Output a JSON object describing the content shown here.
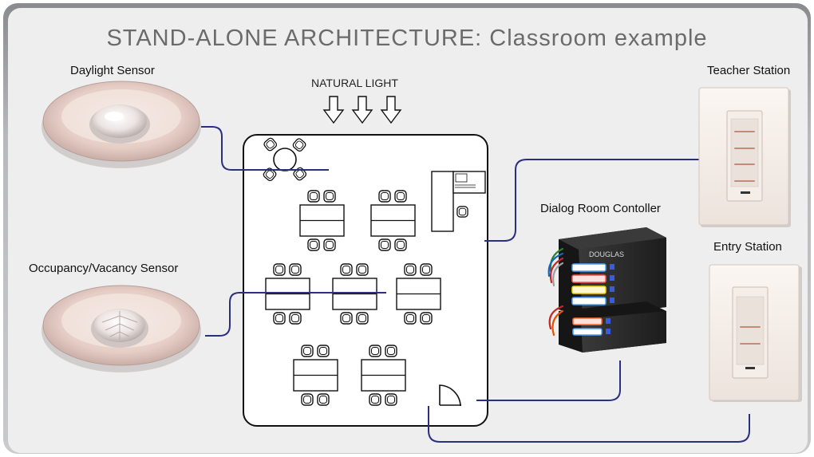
{
  "title": "STAND-ALONE ARCHITECTURE: Classroom example",
  "labels": {
    "daylight_sensor": "Daylight Sensor",
    "occupancy_sensor": "Occupancy/Vacancy Sensor",
    "natural_light": "NATURAL LIGHT",
    "room_controller": "Dialog Room Contoller",
    "teacher_station": "Teacher Station",
    "entry_station": "Entry Station"
  },
  "controller_brand": "DOUGLAS",
  "colors": {
    "wire": "#2b2f7f",
    "card_background": "#eeeeee",
    "title": "#6b6b6b"
  }
}
